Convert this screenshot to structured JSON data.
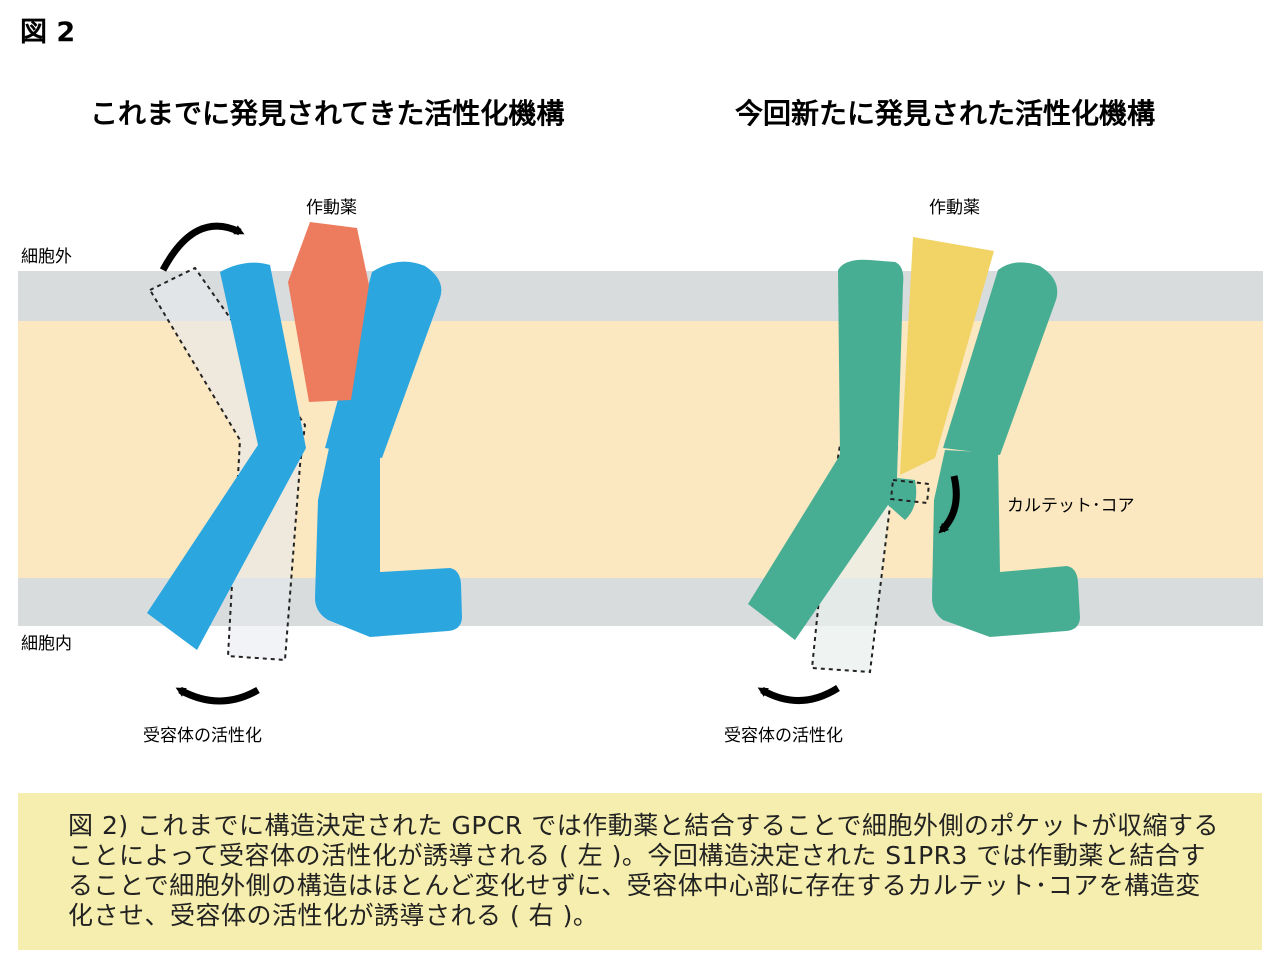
{
  "figure_label": "図 2",
  "titles": {
    "left": "これまでに発見されてきた活性化機構",
    "right": "今回新たに発見された活性化機構"
  },
  "labels": {
    "extracellular": "細胞外",
    "intracellular": "細胞内",
    "agonist_left": "作動薬",
    "agonist_right": "作動薬",
    "activation_left": "受容体の活性化",
    "activation_right": "受容体の活性化",
    "core": "カルテット･コア"
  },
  "caption": "図 2) これまでに構造決定された GPCR では作動薬と結合することで細胞外側のポケットが収縮することによって受容体の活性化が誘導される ( 左 )。今回構造決定された S1PR3 では作動薬と結合することで細胞外側の構造はほとんど変化せずに、受容体中心部に存在するカルテット･コアを構造変化させ、受容体の活性化が誘導される ( 右 )。",
  "colors": {
    "membrane_grey": "#d9dcdc",
    "membrane_core": "#fbe7c0",
    "receptor_left": "#2ba6df",
    "receptor_right": "#48ae93",
    "agonist_left": "#ed7b5d",
    "agonist_right": "#f2d366",
    "caption_bg": "#f6eeae"
  }
}
